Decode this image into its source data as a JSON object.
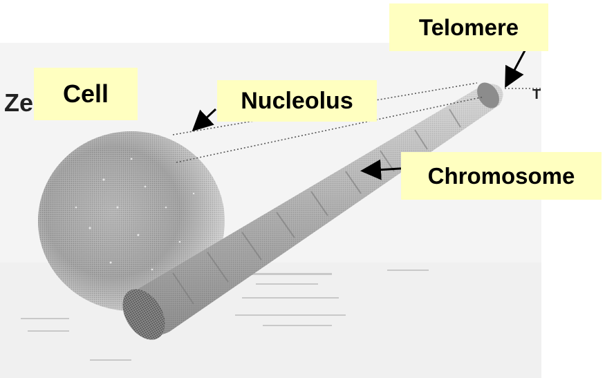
{
  "labels": {
    "cell": "Cell",
    "nucleolus": "Nucleolus",
    "telomere": "Telomere",
    "chromosome": "Chromosome"
  },
  "scan_fragments": {
    "left": "Ze",
    "right": "T"
  },
  "colors": {
    "callout_bg": "#FFFFC0",
    "arrow": "#000000",
    "cell": "#8a8a8a",
    "chromosome": "#9a9a9a"
  }
}
